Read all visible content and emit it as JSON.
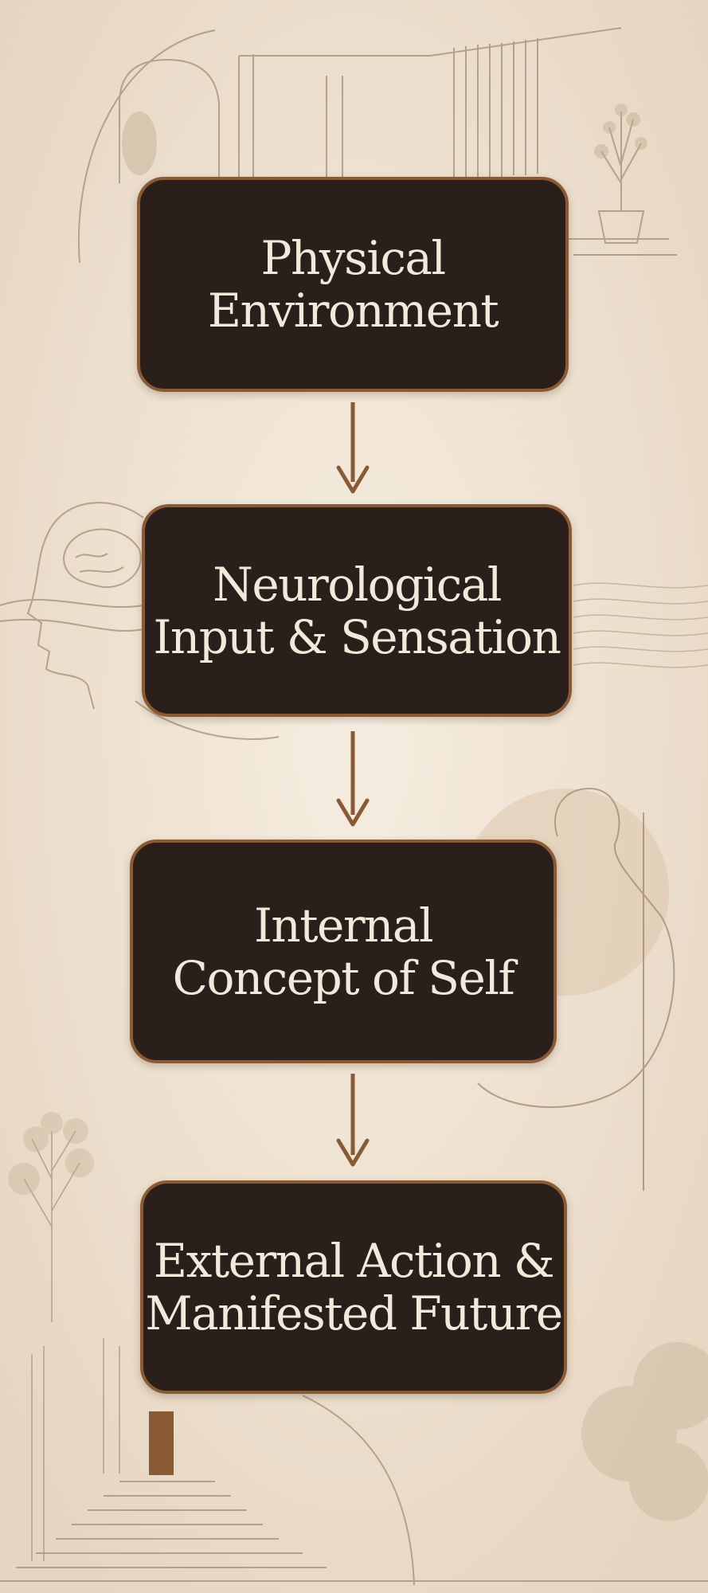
{
  "flow": {
    "steps": [
      {
        "label": "Physical\nEnvironment"
      },
      {
        "label": "Neurological\nInput & Sensation"
      },
      {
        "label": "Internal\nConcept of Self"
      },
      {
        "label": "External Action &\nManifested Future"
      }
    ]
  },
  "colors": {
    "background": "#efe3d2",
    "box_fill": "#2a1f1a",
    "box_border": "#8a5a34",
    "text": "#f3e9da",
    "arrow": "#8a5a34",
    "sketch_lines": "#a58d73"
  },
  "decorations": {
    "top": "interior-room-sketch",
    "left_middle": "head-profile-brain-sketch",
    "right_middle": "human-silhouette-sketch",
    "bottom": "staircase-trees-door-sketch"
  }
}
